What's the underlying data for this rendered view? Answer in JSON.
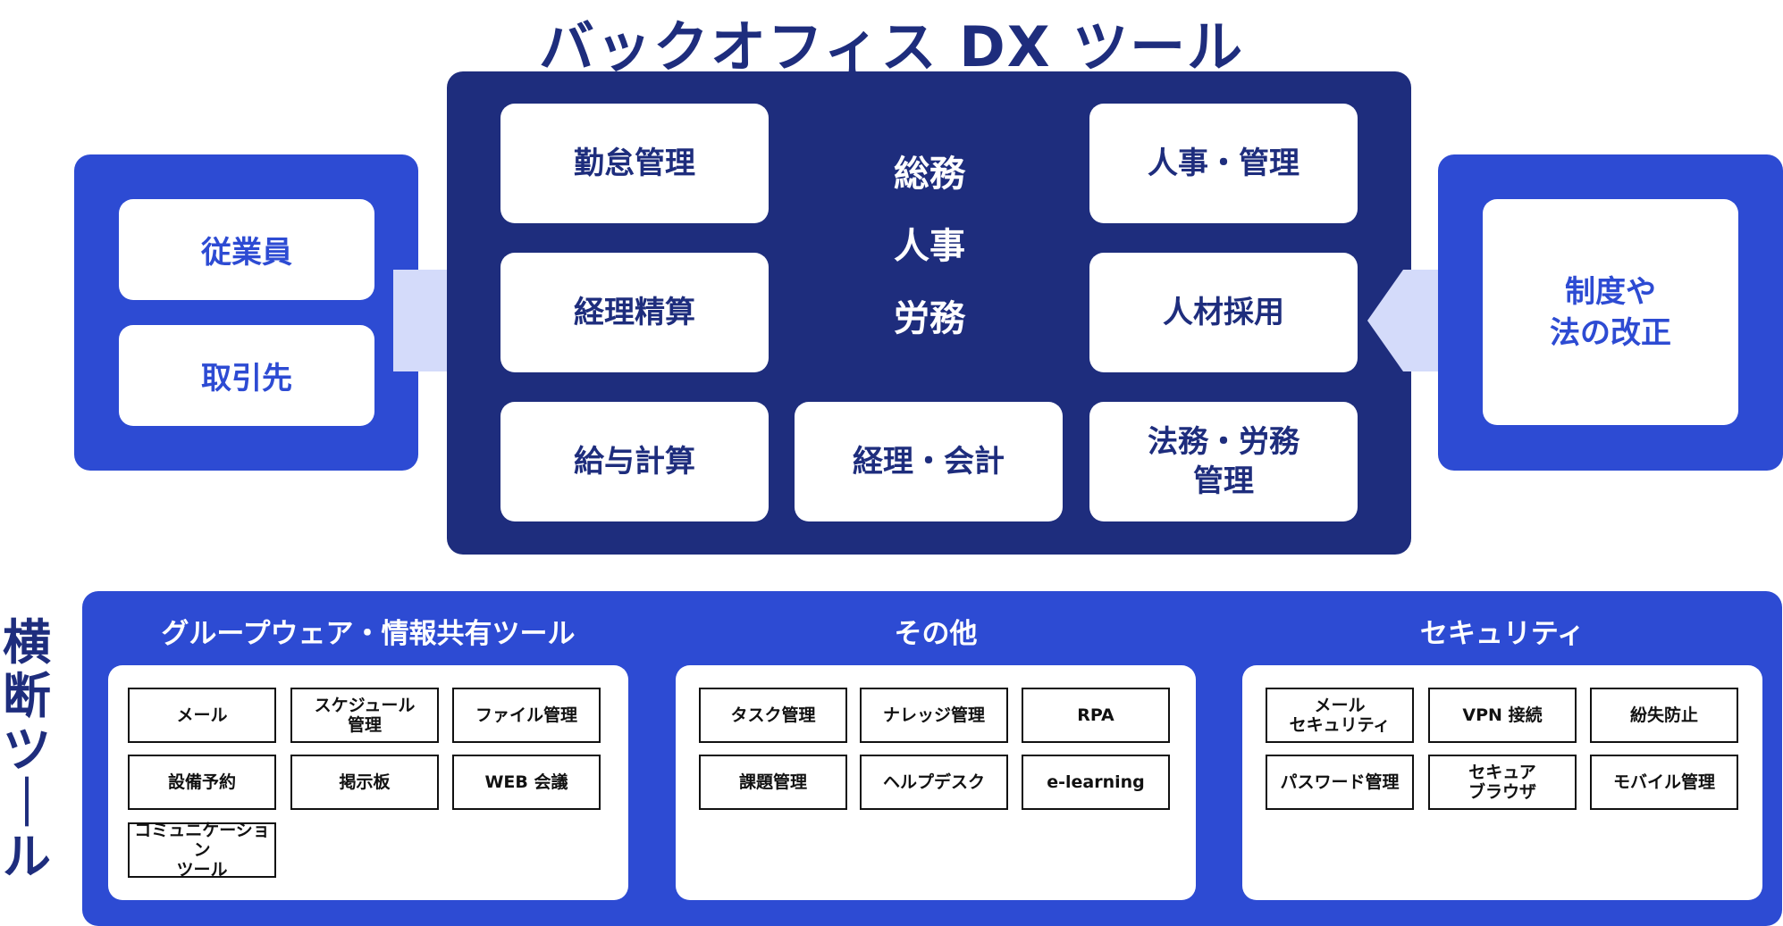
{
  "title": "バックオフィス DX ツール",
  "left_box": {
    "items": [
      "従業員",
      "取引先"
    ]
  },
  "right_box": {
    "line1": "制度や",
    "line2": "法の改正"
  },
  "center": {
    "labels": [
      "総務",
      "人事",
      "労務"
    ],
    "cards": {
      "c1": "勤怠管理",
      "c2": "経理精算",
      "c3": "給与計算",
      "c4": "経理・会計",
      "c5": "人事・管理",
      "c6": "人材採用",
      "c7a": "法務・労務",
      "c7b": "管理"
    }
  },
  "side_label": [
    "横",
    "断",
    "ツ",
    "｜",
    "ル"
  ],
  "sections": [
    {
      "title": "グループウェア・情報共有ツール",
      "tools": [
        [
          "メール"
        ],
        [
          "スケジュール",
          "管理"
        ],
        [
          "ファイル管理"
        ],
        [
          "設備予約"
        ],
        [
          "掲示板"
        ],
        [
          "WEB 会議"
        ],
        [
          "コミュニケーション",
          "ツール"
        ]
      ]
    },
    {
      "title": "その他",
      "tools": [
        [
          "タスク管理"
        ],
        [
          "ナレッジ管理"
        ],
        [
          "RPA"
        ],
        [
          "課題管理"
        ],
        [
          "ヘルプデスク"
        ],
        [
          "e-learning"
        ]
      ]
    },
    {
      "title": "セキュリティ",
      "tools": [
        [
          "メール",
          "セキュリティ"
        ],
        [
          "VPN 接続"
        ],
        [
          "紛失防止"
        ],
        [
          "パスワード管理"
        ],
        [
          "セキュア",
          "ブラウザ"
        ],
        [
          "モバイル管理"
        ]
      ]
    }
  ]
}
